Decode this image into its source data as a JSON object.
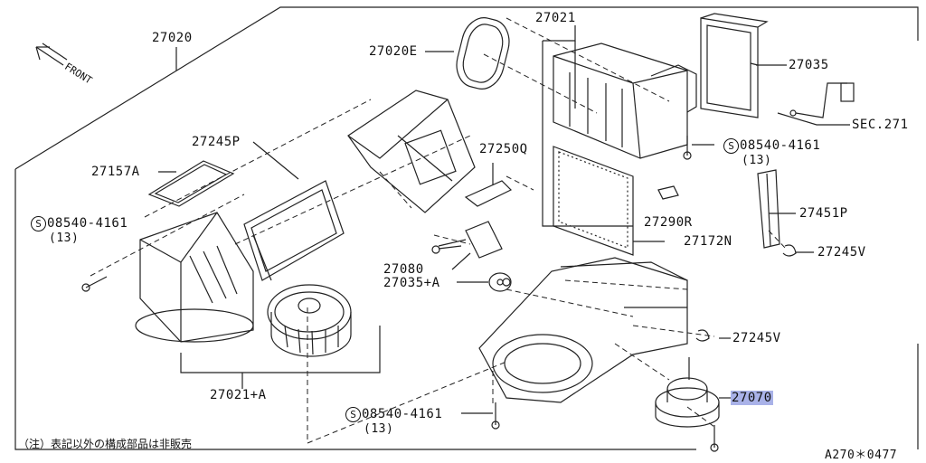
{
  "front_label": "FRONT",
  "parts": {
    "p27020": "27020",
    "p27020e": "27020E",
    "p27021": "27021",
    "p27035": "27035",
    "sec271": "SEC.271",
    "p27245p": "27245P",
    "p27250q": "27250Q",
    "p27157a": "27157A",
    "screw_top": "08540-4161",
    "screw_top_qty": "(13)",
    "screw_left": "08540-4161",
    "screw_left_qty": "(13)",
    "screw_bottom": "08540-4161",
    "screw_bottom_qty": "(13)",
    "p27290r": "27290R",
    "p27172n": "27172N",
    "p27451p": "27451P",
    "p27245v_a": "27245V",
    "p27080": "27080",
    "p27035a": "27035+A",
    "p27245v_b": "27245V",
    "p27021a": "27021+A",
    "p27070": "27070"
  },
  "screw_symbol": "S",
  "note": "（注）表記以外の構成部品は非販売",
  "diagram_code": "A270＊0477"
}
